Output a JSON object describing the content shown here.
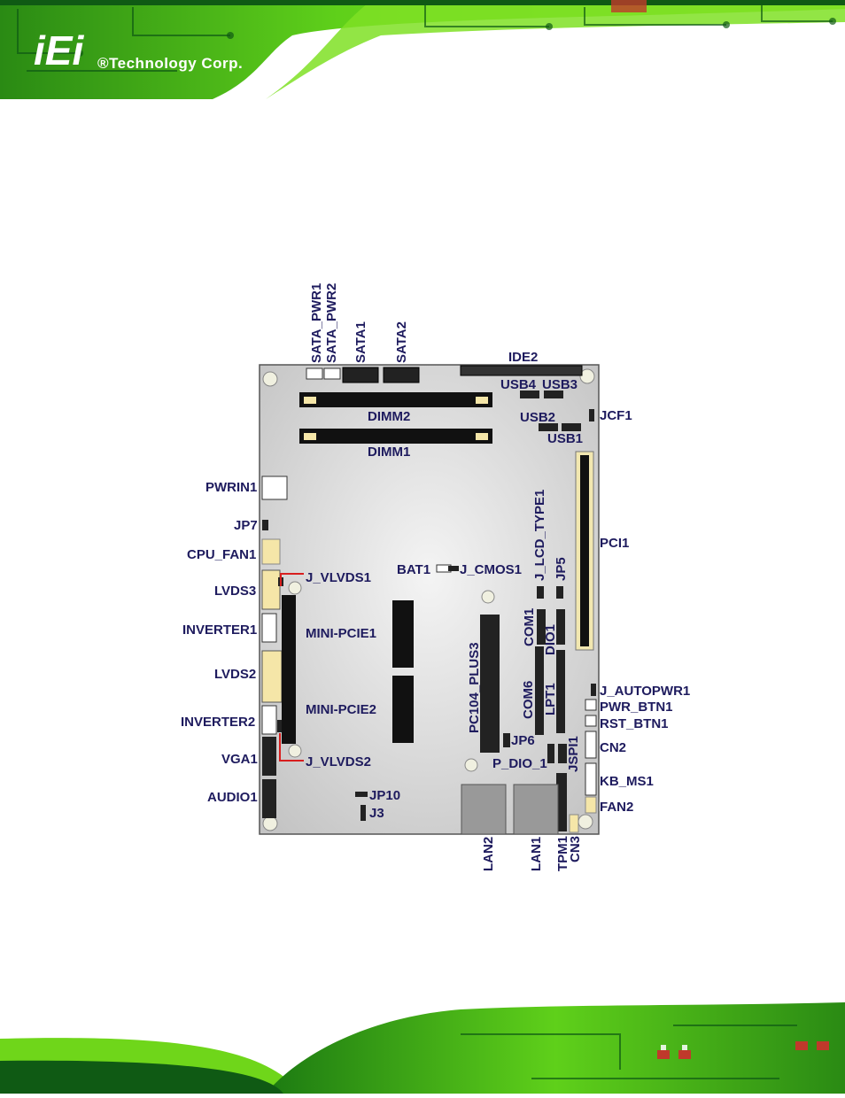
{
  "header": {
    "logo_mark": "iEi",
    "logo_text": "®Technology Corp."
  },
  "colors": {
    "pcb_green": "#6fd61a",
    "pcb_dark": "#0f5a14",
    "label_navy": "#1e1b5e",
    "leader_red": "#d81e1e",
    "board_gray": "#d8d8d8"
  },
  "labels": {
    "sata_pwr1": "SATA_PWR1",
    "sata_pwr2": "SATA_PWR2",
    "sata1": "SATA1",
    "sata2": "SATA2",
    "ide2": "IDE2",
    "usb4": "USB4",
    "usb3": "USB3",
    "usb2": "USB2",
    "usb1": "USB1",
    "jcf1": "JCF1",
    "dimm2": "DIMM2",
    "dimm1": "DIMM1",
    "pwrin1": "PWRIN1",
    "jp7": "JP7",
    "cpu_fan1": "CPU_FAN1",
    "lvds3": "LVDS3",
    "j_vlvds1": "J_VLVDS1",
    "inverter1": "INVERTER1",
    "mini_pcie1": "MINI-PCIE1",
    "lvds2": "LVDS2",
    "mini_pcie2": "MINI-PCIE2",
    "inverter2": "INVERTER2",
    "vga1": "VGA1",
    "j_vlvds2": "J_VLVDS2",
    "audio1": "AUDIO1",
    "jp10": "JP10",
    "j3": "J3",
    "bat1": "BAT1",
    "j_cmos1": "J_CMOS1",
    "pc104_plus3": "PC104_PLUS3",
    "p_dio_1": "P_DIO_1",
    "jp6": "JP6",
    "j_lcd_type1": "J_LCD_TYPE1",
    "jp5": "JP5",
    "com1": "COM1",
    "dio1": "DIO1",
    "com6": "COM6",
    "lpt1": "LPT1",
    "jspi1": "JSPI1",
    "pci1": "PCI1",
    "j_autopwr1": "J_AUTOPWR1",
    "pwr_btn1": "PWR_BTN1",
    "rst_btn1": "RST_BTN1",
    "cn2": "CN2",
    "kb_ms1": "KB_MS1",
    "fan2": "FAN2",
    "lan2": "LAN2",
    "lan1": "LAN1",
    "tpm1": "TPM1",
    "cn3": "CN3"
  }
}
